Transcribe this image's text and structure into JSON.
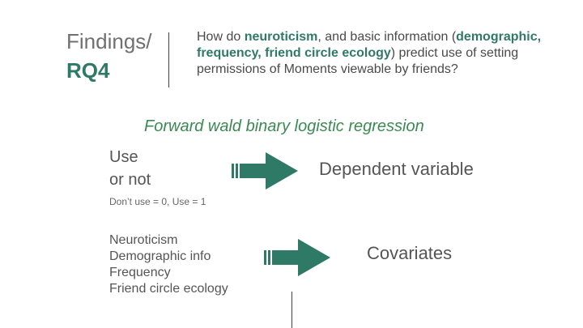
{
  "header": {
    "title_line1": "Findings/",
    "title_line2": "RQ4",
    "question": {
      "p1": "How do ",
      "h1": "neuroticism",
      "p2": ", and basic information (",
      "h2": "demographic, frequency, friend circle ecology",
      "p3": ") predict use of setting permissions of Moments viewable by friends?"
    }
  },
  "method": "Forward wald binary logistic regression",
  "dependent": {
    "line1": "Use",
    "line2": "or not",
    "coding": "Don’t use = 0, Use = 1",
    "label": "Dependent variable"
  },
  "covariates": {
    "items": [
      "Neuroticism",
      "Demographic info",
      "Frequency",
      "Friend circle ecology"
    ],
    "label": "Covariates"
  },
  "colors": {
    "accent": "#2e7a66",
    "subtitle": "#3a8a52"
  }
}
